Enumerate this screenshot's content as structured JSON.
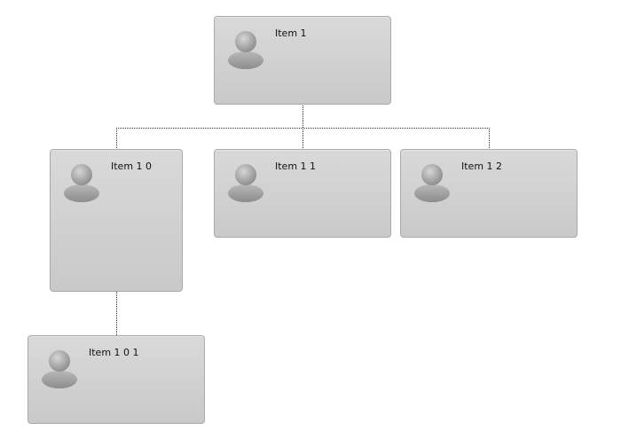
{
  "diagram": {
    "nodes": [
      {
        "id": "item-1",
        "label": "Item 1",
        "icon": "user-avatar-icon"
      },
      {
        "id": "item-1-0",
        "label": "Item 1 0",
        "icon": "user-avatar-icon"
      },
      {
        "id": "item-1-1",
        "label": "Item 1 1",
        "icon": "user-avatar-icon"
      },
      {
        "id": "item-1-2",
        "label": "Item 1 2",
        "icon": "user-avatar-icon"
      },
      {
        "id": "item-1-0-1",
        "label": "Item 1 0 1",
        "icon": "user-avatar-icon"
      }
    ],
    "edges": [
      {
        "from": "item-1",
        "to": "item-1-0"
      },
      {
        "from": "item-1",
        "to": "item-1-1"
      },
      {
        "from": "item-1",
        "to": "item-1-2"
      },
      {
        "from": "item-1-0",
        "to": "item-1-0-1"
      }
    ],
    "colors": {
      "node_top": "#d9d9d9",
      "node_bottom": "#c9c9c9",
      "node_border": "#a9a9a9",
      "connector": "#333333",
      "avatar": "#9a9a9a"
    }
  }
}
